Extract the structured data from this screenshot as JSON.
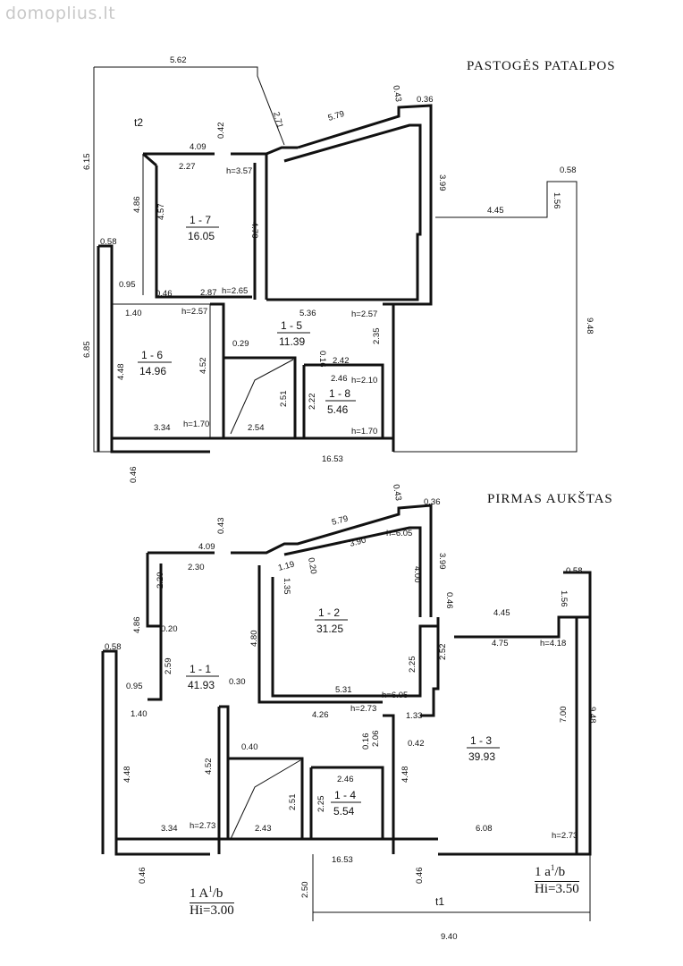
{
  "watermark": "domoplius.lt",
  "attic": {
    "title": "PASTOGĖS PATALPOS",
    "zone": "t2",
    "rooms": [
      {
        "id": "1 - 7",
        "area": "16.05"
      },
      {
        "id": "1 - 6",
        "area": "14.96"
      },
      {
        "id": "1 - 5",
        "area": "11.39"
      },
      {
        "id": "1 - 8",
        "area": "5.46"
      }
    ],
    "dims": [
      "5.62",
      "2.71",
      "5.79",
      "0.43",
      "0.36",
      "6.15",
      "4.09",
      "0.42",
      "2.27",
      "h=3.57",
      "3.99",
      "0.58",
      "1.56",
      "4.45",
      "4.86",
      "4.57",
      "4.70",
      "0.58",
      "0.95",
      "0.46",
      "2.87",
      "h=2.65",
      "1.40",
      "h=2.57",
      "5.36",
      "h=2.57",
      "6.85",
      "0.29",
      "2.35",
      "9.48",
      "4.48",
      "4.52",
      "0.16",
      "2.42",
      "2.46",
      "h=2.10",
      "2.51",
      "2.22",
      "3.34",
      "h=1.70",
      "2.54",
      "h=1.70",
      "16.53",
      "0.46"
    ]
  },
  "ground": {
    "title": "PIRMAS AUKŠTAS",
    "zone": "t1",
    "rooms": [
      {
        "id": "1 - 2",
        "area": "31.25"
      },
      {
        "id": "1 - 1",
        "area": "41.93"
      },
      {
        "id": "1 - 3",
        "area": "39.93"
      },
      {
        "id": "1 - 4",
        "area": "5.54"
      }
    ],
    "dims": [
      "0.43",
      "0.36",
      "5.79",
      "3.90",
      "h=6.05",
      "4.09",
      "0.43",
      "2.30",
      "1.19",
      "0.20",
      "4.00",
      "3.99",
      "0.58",
      "2.20",
      "1.35",
      "0.46",
      "1.56",
      "4.45",
      "4.86",
      "0.20",
      "4.75",
      "h=4.18",
      "4.80",
      "2.25",
      "2.52",
      "0.58",
      "2.59",
      "0.30",
      "5.31",
      "h=6.05",
      "0.95",
      "4.26",
      "h=2.73",
      "1.33",
      "7.00",
      "9.48",
      "1.40",
      "0.40",
      "0.16",
      "2.06",
      "0.42",
      "4.52",
      "4.48",
      "4.48",
      "2.46",
      "2.51",
      "2.25",
      "3.34",
      "h=2.73",
      "2.43",
      "6.08",
      "h=2.73",
      "0.46",
      "16.53",
      "0.46",
      "2.50",
      "9.40"
    ]
  },
  "notes": {
    "left_line1": "1 A",
    "left_sup": "1",
    "left_suffix": "/b",
    "left_line2": "Hi=3.00",
    "right_line1": "1 a",
    "right_sup": "1",
    "right_suffix": "/b",
    "right_line2": "Hi=3.50"
  }
}
